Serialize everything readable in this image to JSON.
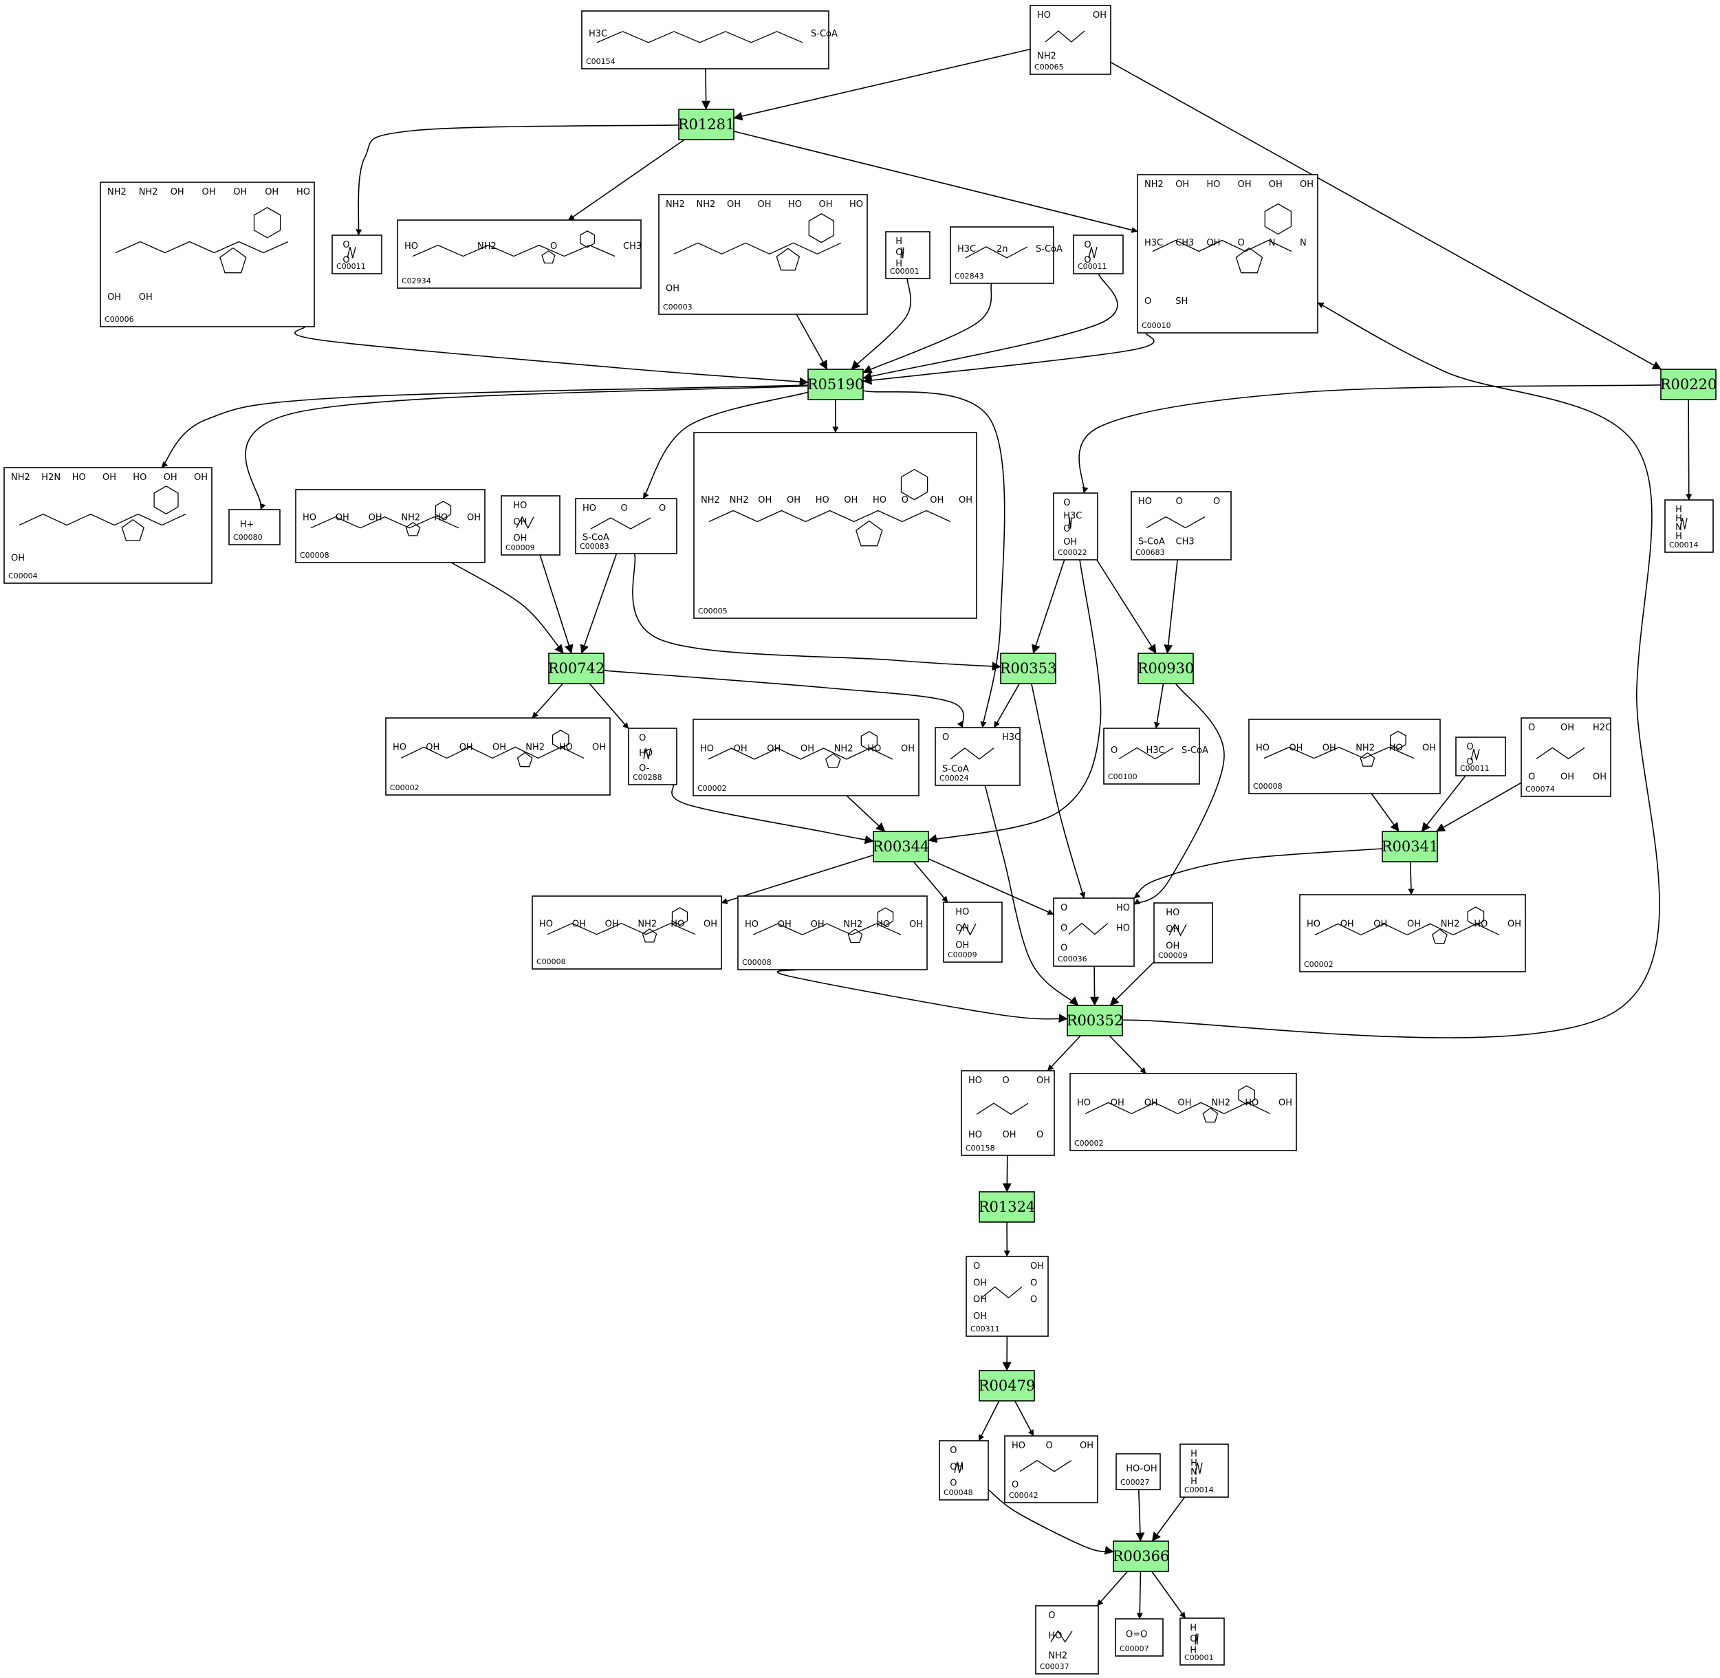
{
  "reactions": [
    {
      "id": "R01281",
      "label": "R01281"
    },
    {
      "id": "R05190",
      "label": "R05190"
    },
    {
      "id": "R00220",
      "label": "R00220"
    },
    {
      "id": "R00742",
      "label": "R00742"
    },
    {
      "id": "R00353",
      "label": "R00353"
    },
    {
      "id": "R00930",
      "label": "R00930"
    },
    {
      "id": "R00344",
      "label": "R00344"
    },
    {
      "id": "R00341",
      "label": "R00341"
    },
    {
      "id": "R00352",
      "label": "R00352"
    },
    {
      "id": "R01324",
      "label": "R01324"
    },
    {
      "id": "R00479",
      "label": "R00479"
    },
    {
      "id": "R00366",
      "label": "R00366"
    }
  ],
  "compounds": [
    {
      "key": "c00154",
      "id": "C00154",
      "structure_text": [
        "H3C",
        "S-CoA"
      ]
    },
    {
      "key": "c00065",
      "id": "C00065",
      "structure_text": [
        "HO",
        "OH",
        "NH2"
      ]
    },
    {
      "key": "c00011a",
      "id": "C00011",
      "structure_text": [
        "O",
        "O"
      ]
    },
    {
      "key": "c02934",
      "id": "C02934",
      "structure_text": [
        "HO",
        "NH2",
        "O",
        "CH3"
      ]
    },
    {
      "key": "c00006",
      "id": "C00006",
      "structure_text": [
        "NH2",
        "NH2",
        "OH",
        "OH",
        "OH",
        "OH",
        "HO",
        "OH",
        "OH"
      ]
    },
    {
      "key": "c00003a",
      "id": "C00003",
      "structure_text": [
        "NH2",
        "NH2",
        "OH",
        "OH",
        "HO",
        "OH",
        "HO",
        "OH"
      ]
    },
    {
      "key": "c00001a",
      "id": "C00001",
      "structure_text": [
        "H",
        "O",
        "H"
      ]
    },
    {
      "key": "c02843",
      "id": "C02843",
      "structure_text": [
        "H3C",
        "2n",
        "S-CoA"
      ]
    },
    {
      "key": "c00011b",
      "id": "C00011",
      "structure_text": [
        "O",
        "O"
      ]
    },
    {
      "key": "c00010",
      "id": "C00010",
      "structure_text": [
        "NH2",
        "OH",
        "HO",
        "OH",
        "OH",
        "OH",
        "H3C",
        "CH3",
        "OH",
        "O",
        "N",
        "N",
        "O",
        "SH"
      ]
    },
    {
      "key": "c00004",
      "id": "C00004",
      "structure_text": [
        "NH2",
        "H2N",
        "HO",
        "OH",
        "HO",
        "OH",
        "OH",
        "OH"
      ]
    },
    {
      "key": "c00080",
      "id": "C00080",
      "structure_text": [
        "H+"
      ]
    },
    {
      "key": "c00008a",
      "id": "C00008",
      "structure_text": [
        "HO",
        "OH",
        "OH",
        "NH2",
        "HO",
        "OH"
      ]
    },
    {
      "key": "c00009a",
      "id": "C00009",
      "structure_text": [
        "HO",
        "OH",
        "OH"
      ]
    },
    {
      "key": "c00083",
      "id": "C00083",
      "structure_text": [
        "HO",
        "O",
        "O",
        "S-CoA"
      ]
    },
    {
      "key": "c00005",
      "id": "C00005",
      "structure_text": [
        "NH2",
        "NH2",
        "OH",
        "OH",
        "HO",
        "OH",
        "HO",
        "O",
        "OH",
        "OH"
      ]
    },
    {
      "key": "c00022",
      "id": "C00022",
      "structure_text": [
        "O",
        "H3C",
        "O",
        "OH"
      ]
    },
    {
      "key": "c00683",
      "id": "C00683",
      "structure_text": [
        "HO",
        "O",
        "O",
        "S-CoA",
        "CH3"
      ]
    },
    {
      "key": "c00014a",
      "id": "C00014",
      "structure_text": [
        "H",
        "H",
        "N",
        "H"
      ]
    },
    {
      "key": "c00002a",
      "id": "C00002",
      "structure_text": [
        "HO",
        "OH",
        "OH",
        "OH",
        "NH2",
        "HO",
        "OH"
      ]
    },
    {
      "key": "c00288",
      "id": "C00288",
      "structure_text": [
        "O",
        "HO",
        "O-"
      ]
    },
    {
      "key": "c00002b",
      "id": "C00002",
      "structure_text": [
        "HO",
        "OH",
        "OH",
        "OH",
        "NH2",
        "HO",
        "OH"
      ]
    },
    {
      "key": "c00024",
      "id": "C00024",
      "structure_text": [
        "O",
        "H3C",
        "S-CoA"
      ]
    },
    {
      "key": "c00100",
      "id": "C00100",
      "structure_text": [
        "O",
        "H3C",
        "S-CoA"
      ]
    },
    {
      "key": "c00008b",
      "id": "C00008",
      "structure_text": [
        "HO",
        "OH",
        "OH",
        "NH2",
        "HO",
        "OH"
      ]
    },
    {
      "key": "c00011c",
      "id": "C00011",
      "structure_text": [
        "O",
        "O"
      ]
    },
    {
      "key": "c00074",
      "id": "C00074",
      "structure_text": [
        "O",
        "OH",
        "H2C",
        "O",
        "OH",
        "OH"
      ]
    },
    {
      "key": "c00008c",
      "id": "C00008",
      "structure_text": [
        "HO",
        "OH",
        "OH",
        "NH2",
        "HO",
        "OH"
      ]
    },
    {
      "key": "c00008d",
      "id": "C00008",
      "structure_text": [
        "HO",
        "OH",
        "OH",
        "NH2",
        "HO",
        "OH"
      ]
    },
    {
      "key": "c00009b",
      "id": "C00009",
      "structure_text": [
        "HO",
        "OH",
        "OH"
      ]
    },
    {
      "key": "c00036",
      "id": "C00036",
      "structure_text": [
        "O",
        "HO",
        "O",
        "HO",
        "O"
      ]
    },
    {
      "key": "c00009c",
      "id": "C00009",
      "structure_text": [
        "HO",
        "OH",
        "OH"
      ]
    },
    {
      "key": "c00002c",
      "id": "C00002",
      "structure_text": [
        "HO",
        "OH",
        "OH",
        "OH",
        "NH2",
        "HO",
        "OH"
      ]
    },
    {
      "key": "c00158",
      "id": "C00158",
      "structure_text": [
        "HO",
        "O",
        "OH",
        "HO",
        "OH",
        "O"
      ]
    },
    {
      "key": "c00002d",
      "id": "C00002",
      "structure_text": [
        "HO",
        "OH",
        "OH",
        "OH",
        "NH2",
        "HO",
        "OH"
      ]
    },
    {
      "key": "c00311",
      "id": "C00311",
      "structure_text": [
        "O",
        "OH",
        "OH",
        "O",
        "OH",
        "O",
        "OH"
      ]
    },
    {
      "key": "c00048",
      "id": "C00048",
      "structure_text": [
        "O",
        "OH",
        "O"
      ]
    },
    {
      "key": "c00042",
      "id": "C00042",
      "structure_text": [
        "HO",
        "O",
        "OH",
        "O"
      ]
    },
    {
      "key": "c00027",
      "id": "C00027",
      "structure_text": [
        "HO-OH"
      ]
    },
    {
      "key": "c00014b",
      "id": "C00014",
      "structure_text": [
        "H",
        "H",
        "N",
        "H"
      ]
    },
    {
      "key": "c00037",
      "id": "C00037",
      "structure_text": [
        "O",
        "HO",
        "NH2"
      ]
    },
    {
      "key": "c00007",
      "id": "C00007",
      "structure_text": [
        "O=O"
      ]
    },
    {
      "key": "c00001b",
      "id": "C00001",
      "structure_text": [
        "H",
        "O",
        "H"
      ]
    }
  ],
  "edges": [
    [
      "c00154",
      "R01281"
    ],
    [
      "c00065",
      "R01281"
    ],
    [
      "R01281",
      "c00011a"
    ],
    [
      "R01281",
      "c02934"
    ],
    [
      "R01281",
      "c00010"
    ],
    [
      "c00065",
      "R00220"
    ],
    [
      "c00006",
      "R05190"
    ],
    [
      "c00003a",
      "R05190"
    ],
    [
      "c00001a",
      "R05190"
    ],
    [
      "c02843",
      "R05190"
    ],
    [
      "c00011b",
      "R05190"
    ],
    [
      "c00010",
      "R05190"
    ],
    [
      "R05190",
      "c00004"
    ],
    [
      "R05190",
      "c00080"
    ],
    [
      "R05190",
      "c00083"
    ],
    [
      "R05190",
      "c00005"
    ],
    [
      "R05190",
      "c00024"
    ],
    [
      "R00220",
      "c00022"
    ],
    [
      "R00220",
      "c00014a"
    ],
    [
      "c00008a",
      "R00742"
    ],
    [
      "c00009a",
      "R00742"
    ],
    [
      "c00083",
      "R00742"
    ],
    [
      "R00742",
      "c00002a"
    ],
    [
      "R00742",
      "c00288"
    ],
    [
      "R00742",
      "c00024"
    ],
    [
      "c00083",
      "R00353"
    ],
    [
      "c00022",
      "R00353"
    ],
    [
      "R00353",
      "c00024"
    ],
    [
      "R00353",
      "c00036"
    ],
    [
      "c00022",
      "R00930"
    ],
    [
      "c00683",
      "R00930"
    ],
    [
      "R00930",
      "c00100"
    ],
    [
      "R00930",
      "c00036"
    ],
    [
      "c00288",
      "R00344"
    ],
    [
      "c00002b",
      "R00344"
    ],
    [
      "c00022",
      "R00344"
    ],
    [
      "R00344",
      "c00008c"
    ],
    [
      "R00344",
      "c00009b"
    ],
    [
      "R00344",
      "c00036"
    ],
    [
      "c00008b",
      "R00341"
    ],
    [
      "c00011c",
      "R00341"
    ],
    [
      "c00074",
      "R00341"
    ],
    [
      "R00341",
      "c00002c"
    ],
    [
      "R00341",
      "c00036"
    ],
    [
      "c00008d",
      "R00352"
    ],
    [
      "c00024",
      "R00352"
    ],
    [
      "c00036",
      "R00352"
    ],
    [
      "c00009c",
      "R00352"
    ],
    [
      "R00352",
      "c00158"
    ],
    [
      "R00352",
      "c00002d"
    ],
    [
      "R00352",
      "c00010"
    ],
    [
      "c00158",
      "R01324"
    ],
    [
      "R01324",
      "c00311"
    ],
    [
      "c00311",
      "R00479"
    ],
    [
      "R00479",
      "c00048"
    ],
    [
      "R00479",
      "c00042"
    ],
    [
      "c00048",
      "R00366"
    ],
    [
      "c00027",
      "R00366"
    ],
    [
      "c00014b",
      "R00366"
    ],
    [
      "R00366",
      "c00037"
    ],
    [
      "R00366",
      "c00007"
    ],
    [
      "R00366",
      "c00001b"
    ]
  ]
}
